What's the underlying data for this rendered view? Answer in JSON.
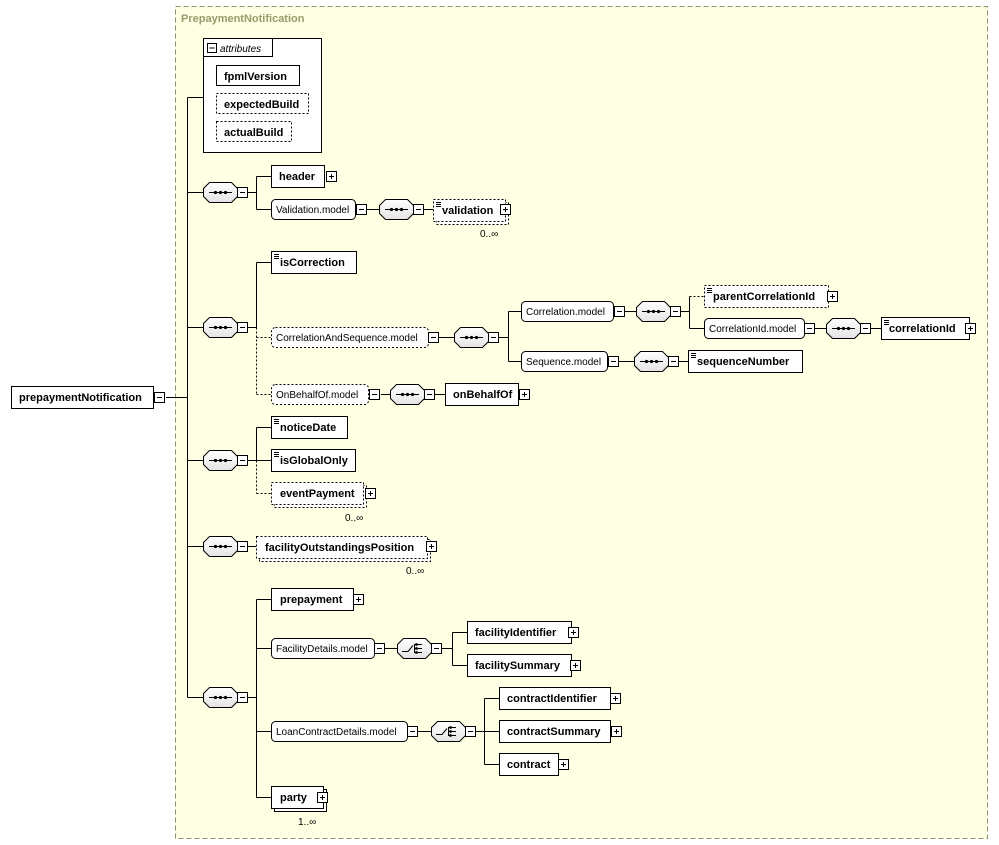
{
  "diagram": {
    "container_label": "PrepaymentNotification",
    "root": "prepaymentNotification",
    "attributes": {
      "heading": "attributes",
      "items": [
        "fpmlVersion",
        "expectedBuild",
        "actualBuild"
      ]
    },
    "elements": {
      "header": "header",
      "validation_model": "Validation.model",
      "validation": "validation",
      "validation_occ": "0..∞",
      "is_correction": "isCorrection",
      "correlation_and_sequence": "CorrelationAndSequence.model",
      "correlation_model": "Correlation.model",
      "parent_correlation_id": "parentCorrelationId",
      "correlation_id_model": "CorrelationId.model",
      "correlation_id": "correlationId",
      "sequence_model": "Sequence.model",
      "sequence_number": "sequenceNumber",
      "on_behalf_of_model": "OnBehalfOf.model",
      "on_behalf_of": "onBehalfOf",
      "notice_date": "noticeDate",
      "is_global_only": "isGlobalOnly",
      "event_payment": "eventPayment",
      "event_payment_occ": "0..∞",
      "facility_outstandings_position": "facilityOutstandingsPosition",
      "facility_outstandings_position_occ": "0..∞",
      "prepayment": "prepayment",
      "facility_details_model": "FacilityDetails.model",
      "facility_identifier": "facilityIdentifier",
      "facility_summary": "facilitySummary",
      "loan_contract_details_model": "LoanContractDetails.model",
      "contract_identifier": "contractIdentifier",
      "contract_summary": "contractSummary",
      "contract": "contract",
      "party": "party",
      "party_occ": "1..∞"
    }
  }
}
